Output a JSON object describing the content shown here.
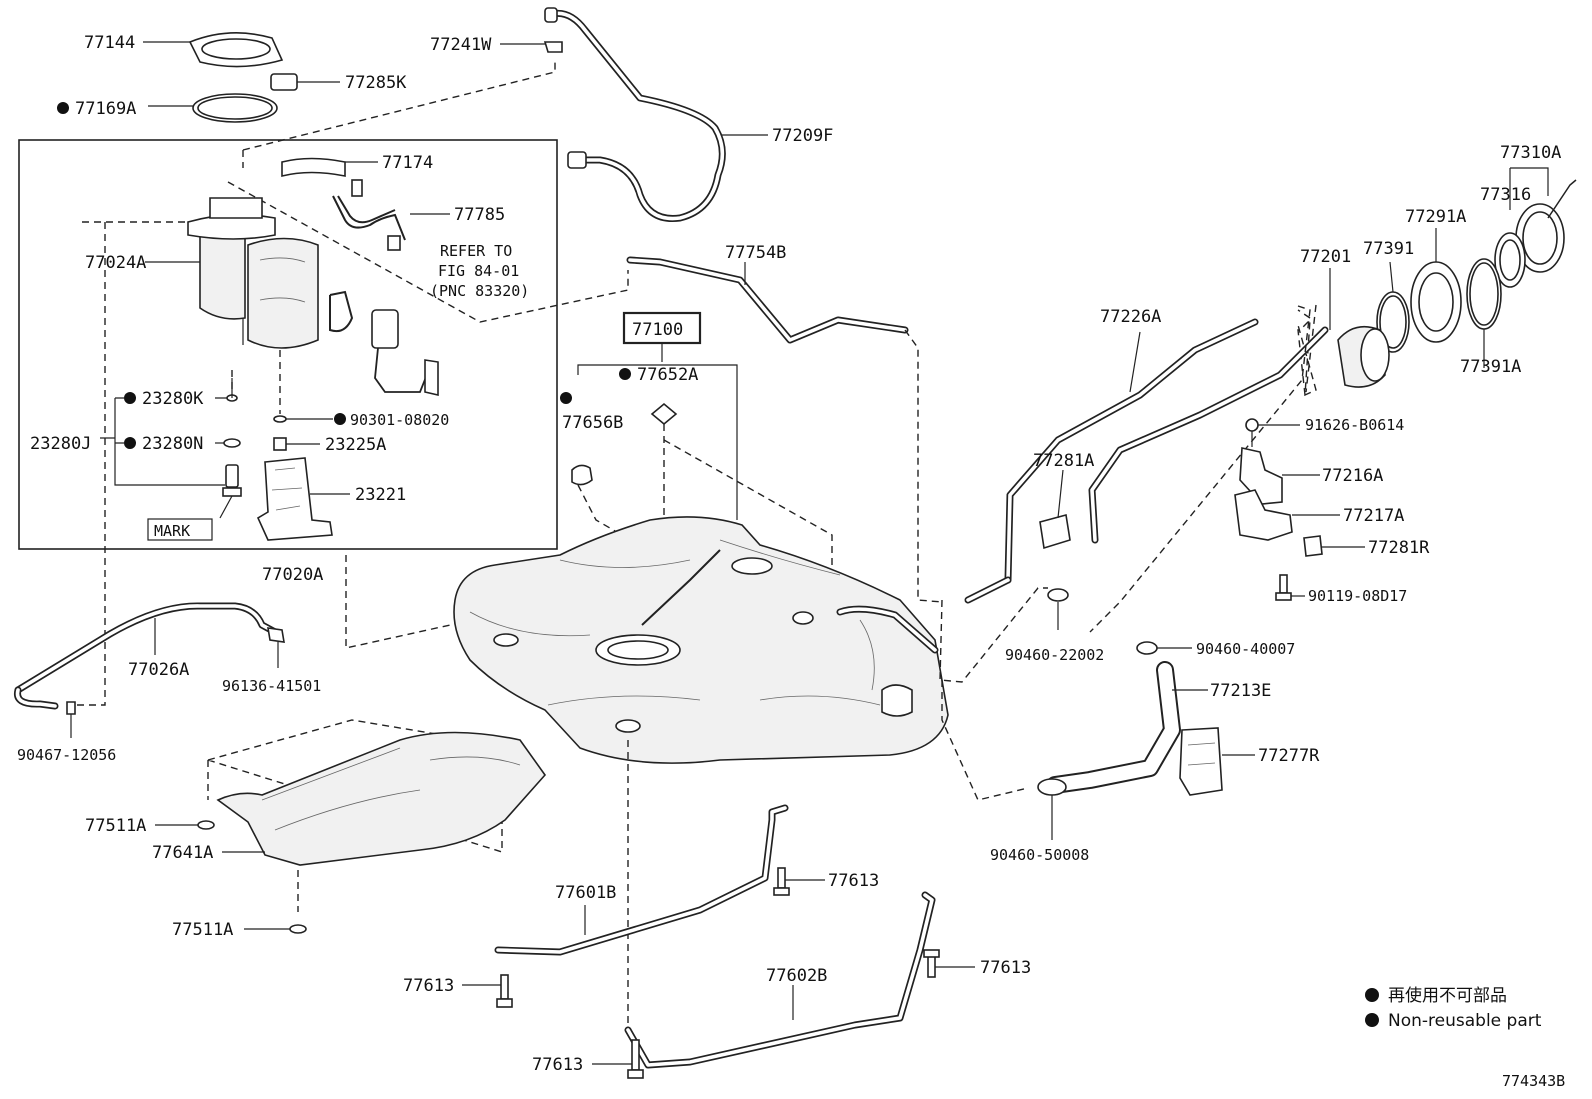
{
  "labels": {
    "p77144": "77144",
    "p77285K": "77285K",
    "p77169A": "77169A",
    "p77241W": "77241W",
    "p77209F": "77209F",
    "p77174": "77174",
    "p77785": "77785",
    "p77024A": "77024A",
    "refer_line1": "REFER TO",
    "refer_line2": "FIG 84-01",
    "refer_line3": "(PNC 83320)",
    "p23280K": "23280K",
    "p90301_08020": "90301-08020",
    "p23280J": "23280J",
    "p23280N": "23280N",
    "p23225A": "23225A",
    "p23221": "23221",
    "mark": "MARK",
    "p77020A": "77020A",
    "p77026A": "77026A",
    "p96136_41501": "96136-41501",
    "p90467_12056": "90467-12056",
    "p77754B": "77754B",
    "p77100": "77100",
    "p77652A": "77652A",
    "p77656B": "77656B",
    "p77511A_top": "77511A",
    "p77641A": "77641A",
    "p77511A_bottom": "77511A",
    "p77601B": "77601B",
    "p77613_mid": "77613",
    "p77613_left": "77613",
    "p77602B": "77602B",
    "p77613_right": "77613",
    "p77613_bottom": "77613",
    "p77310A": "77310A",
    "p77316": "77316",
    "p77291A": "77291A",
    "p77201": "77201",
    "p77391": "77391",
    "p77391A": "77391A",
    "p77226A": "77226A",
    "p91626_B0614": "91626-B0614",
    "p77281A": "77281A",
    "p77216A": "77216A",
    "p77217A": "77217A",
    "p77281R": "77281R",
    "p90119_08D17": "90119-08D17",
    "p90460_22002": "90460-22002",
    "p90460_40007": "90460-40007",
    "p77213E": "77213E",
    "p77277R": "77277R",
    "p90460_50008": "90460-50008"
  },
  "legend": {
    "line_jp": "再使用不可部品",
    "line_en": "Non-reusable part"
  },
  "figure_id": "774343B"
}
